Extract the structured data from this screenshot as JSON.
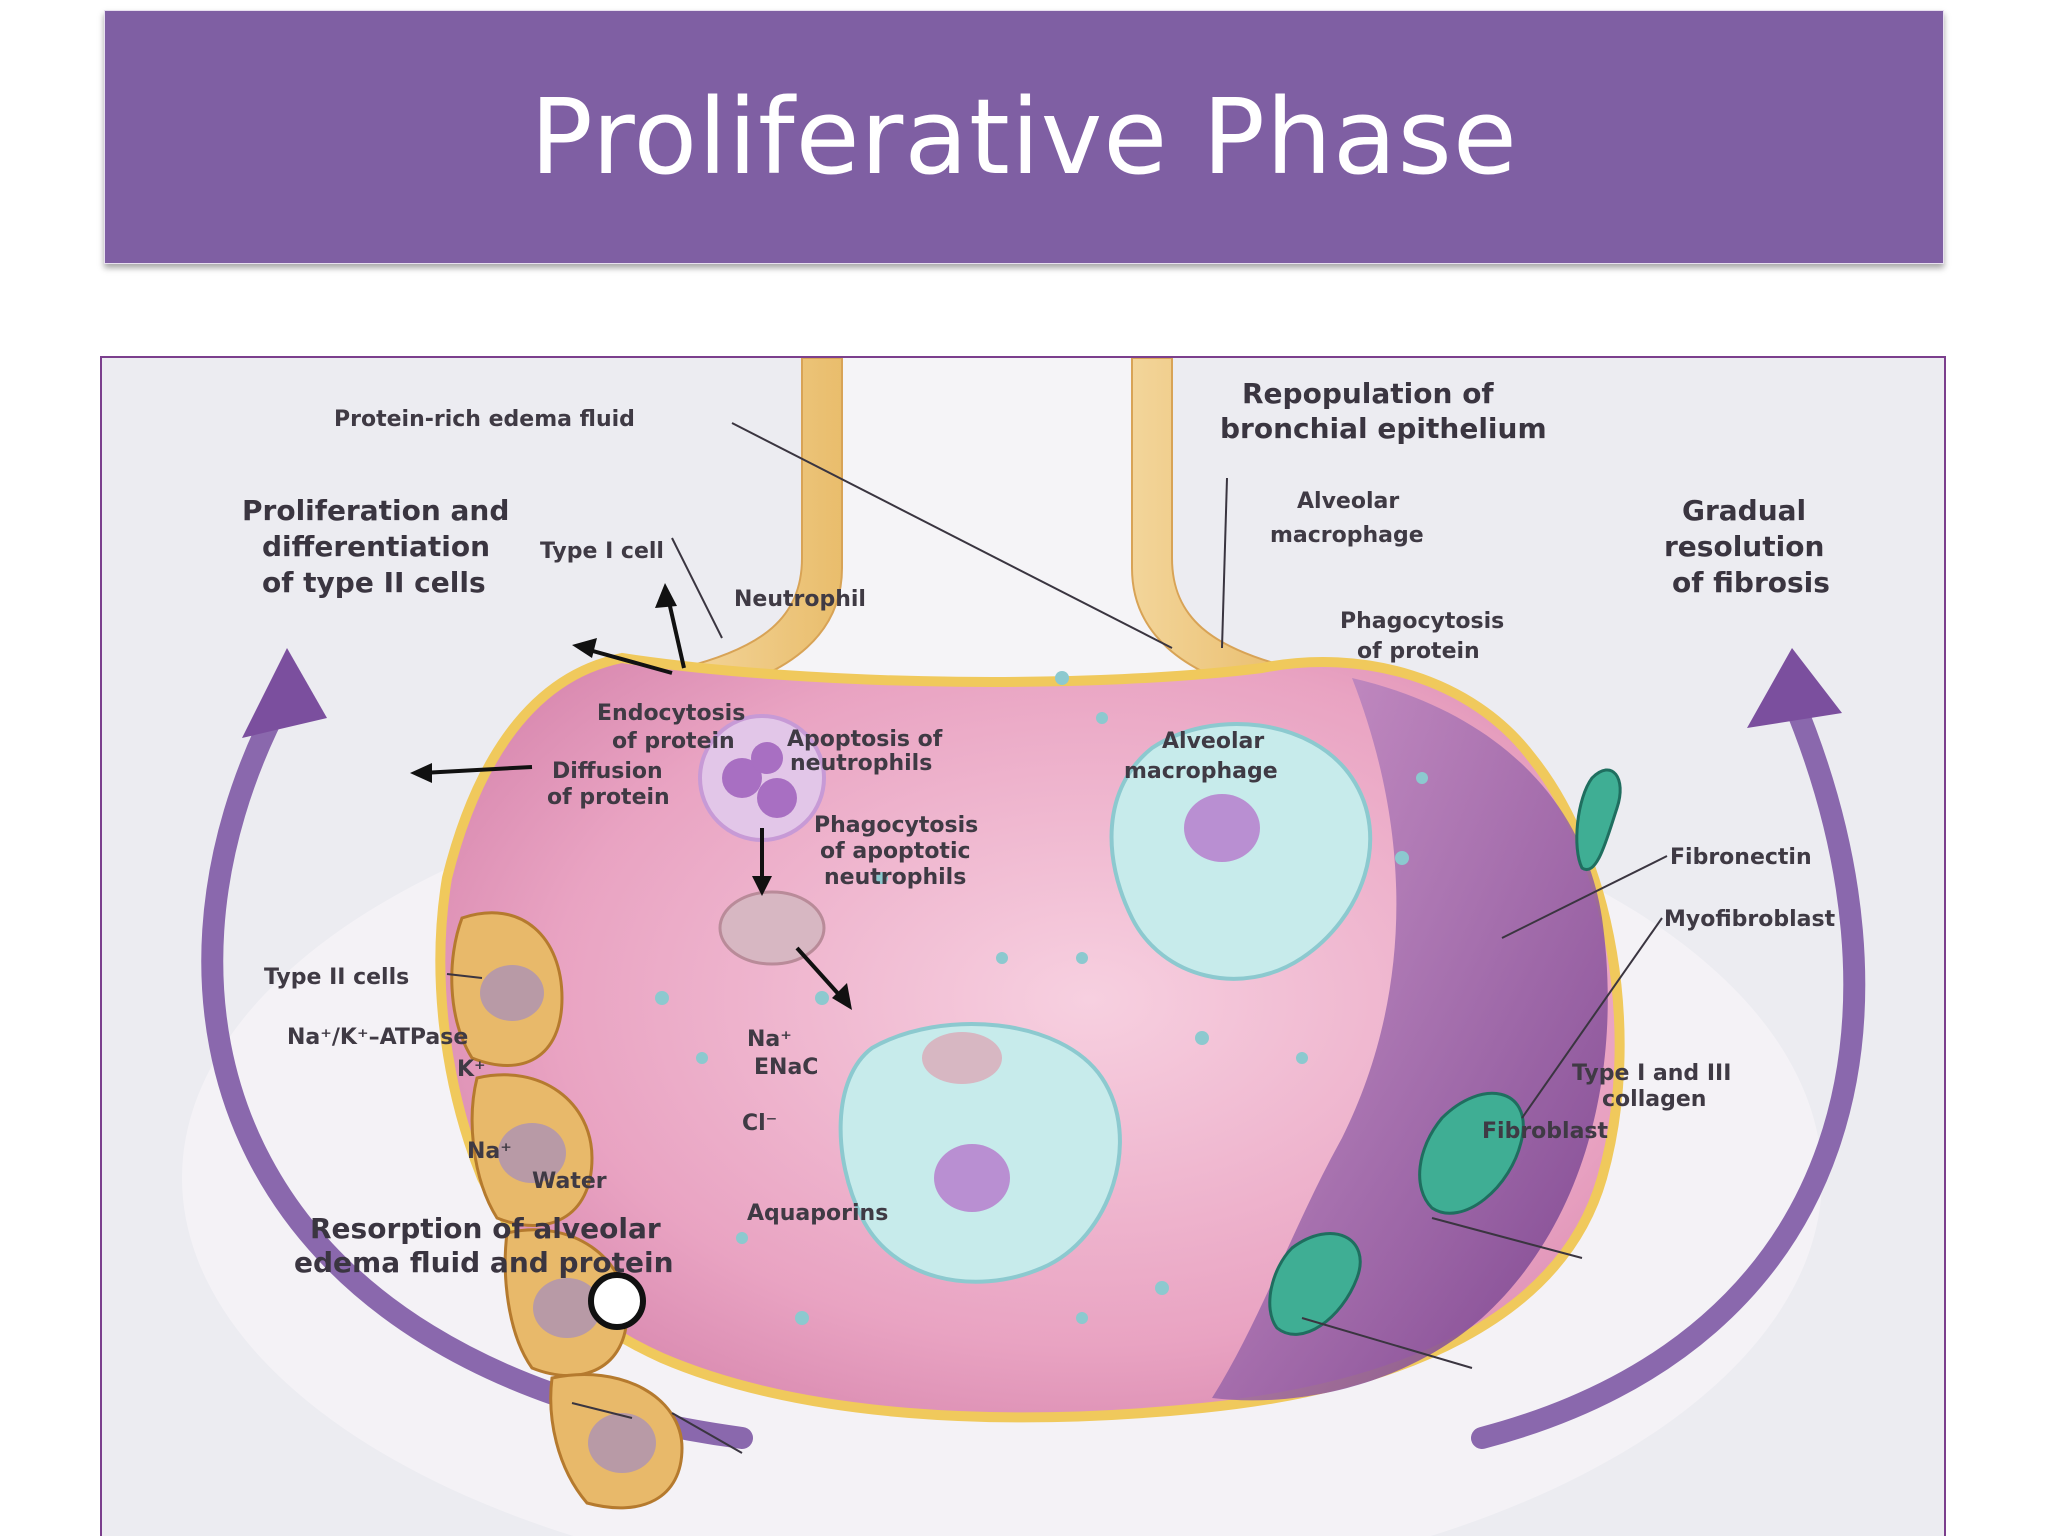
{
  "slide": {
    "title": "Proliferative Phase",
    "colors": {
      "banner": "#7f5fa3",
      "frame": "#7b3f8d"
    }
  },
  "diagram": {
    "labels": {
      "protein_rich_edema": "Protein-rich edema fluid",
      "repopulation_1": "Repopulation of",
      "repopulation_2": "bronchial epithelium",
      "proliferation_1": "Proliferation and",
      "proliferation_2": "differentiation",
      "proliferation_3": "of type II cells",
      "type1_cell": "Type I cell",
      "alveolar_macrophage_top_1": "Alveolar",
      "alveolar_macrophage_top_2": "macrophage",
      "gradual_1": "Gradual",
      "gradual_2": "resolution",
      "gradual_3": "of fibrosis",
      "neutrophil": "Neutrophil",
      "phago_protein_1": "Phagocytosis",
      "phago_protein_2": "of protein",
      "endocytosis_1": "Endocytosis",
      "endocytosis_2": "of protein",
      "apoptosis_1": "Apoptosis of",
      "apoptosis_2": "neutrophils",
      "alveolar_macrophage_mid_1": "Alveolar",
      "alveolar_macrophage_mid_2": "macrophage",
      "diffusion_1": "Diffusion",
      "diffusion_2": "of protein",
      "phago_apoptotic_1": "Phagocytosis",
      "phago_apoptotic_2": "of apoptotic",
      "phago_apoptotic_3": "neutrophils",
      "fibronectin": "Fibronectin",
      "myofibroblast": "Myofibroblast",
      "type2_cells": "Type II cells",
      "na_plus": "Na⁺",
      "enac": "ENaC",
      "na_k_atpase": "Na⁺/K⁺–ATPase",
      "k_plus": "K⁺",
      "cl_minus": "Cl⁻",
      "na_plus_low": "Na⁺",
      "type1_3_collagen_1": "Type I and III",
      "type1_3_collagen_2": "collagen",
      "fibroblast": "Fibroblast",
      "water": "Water",
      "aquaporins": "Aquaporins",
      "resorption_1": "Resorption of alveolar",
      "resorption_2": "edema fluid and protein"
    }
  }
}
